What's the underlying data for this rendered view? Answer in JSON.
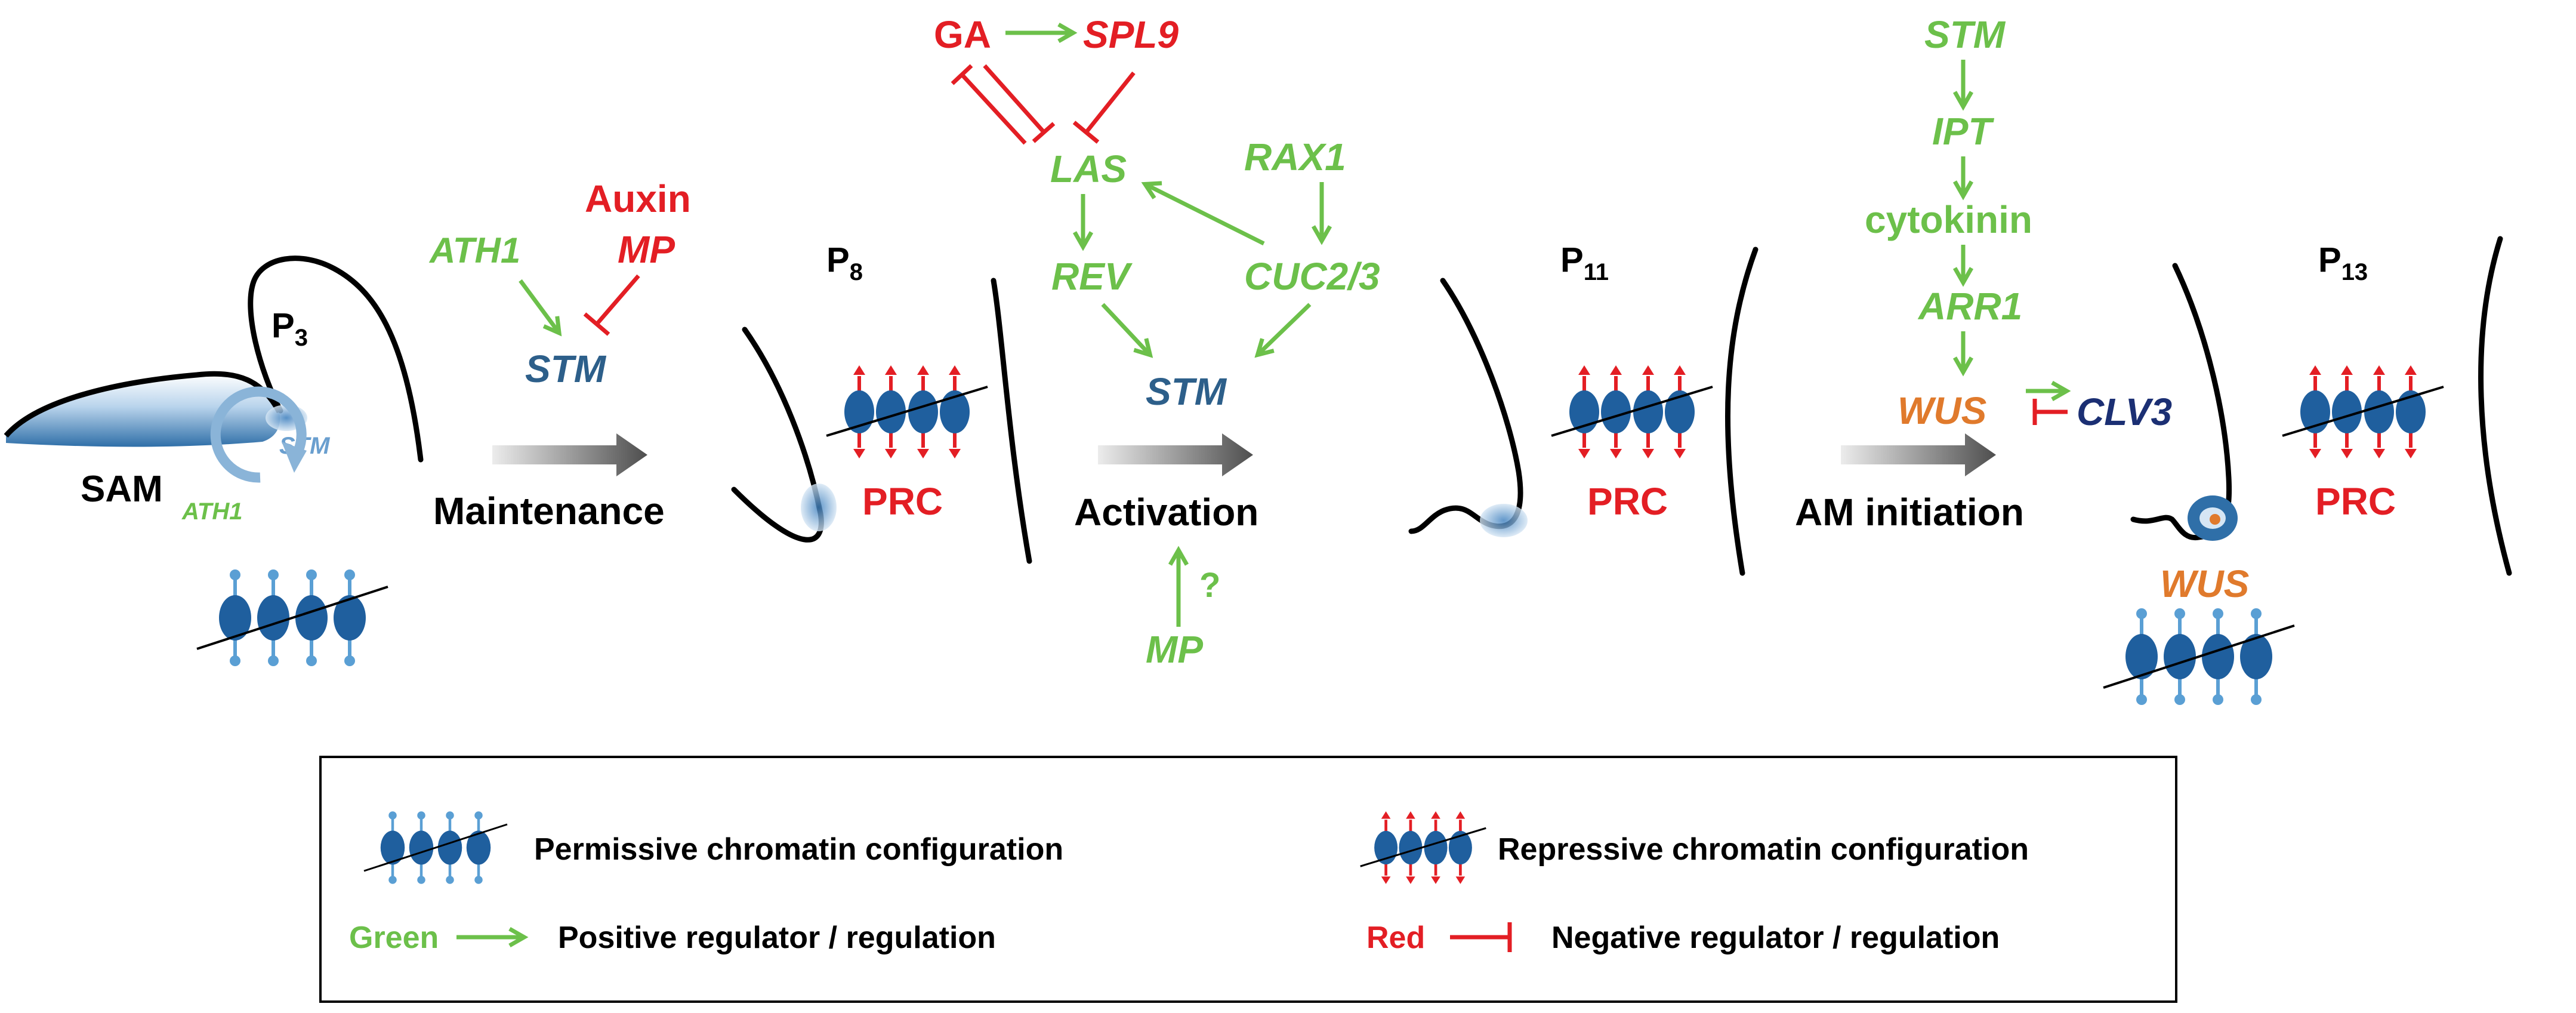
{
  "colors": {
    "positive": "#6cc04a",
    "negative": "#e31e24",
    "gene_blue": "#2d5f8a",
    "dark_navy": "#1b2f73",
    "orange": "#e07a2c",
    "black": "#000000",
    "blob_blue": "#5a9fd4",
    "light_blue": "#8ab4d8"
  },
  "stage1": {
    "sam": "SAM",
    "p3": "P",
    "p3_sub": "3",
    "stm_small": "STM",
    "ath1_small": "ATH1",
    "ath1": "ATH1",
    "auxin": "Auxin",
    "mp": "MP",
    "stm": "STM",
    "process": "Maintenance"
  },
  "stage2": {
    "p8": "P",
    "p8_sub": "8",
    "prc": "PRC",
    "ga": "GA",
    "spl9": "SPL9",
    "las": "LAS",
    "rax1": "RAX1",
    "rev": "REV",
    "cuc": "CUC2/3",
    "stm": "STM",
    "process": "Activation",
    "question": "?",
    "mp": "MP"
  },
  "stage3": {
    "p11": "P",
    "p11_sub": "11",
    "prc": "PRC",
    "stm": "STM",
    "ipt": "IPT",
    "cytokinin": "cytokinin",
    "arr1": "ARR1",
    "wus": "WUS",
    "clv3": "CLV3",
    "process": "AM initiation"
  },
  "stage4": {
    "p13": "P",
    "p13_sub": "13",
    "prc": "PRC",
    "wus": "WUS"
  },
  "legend": {
    "permissive": "Permissive chromatin configuration",
    "repressive": "Repressive chromatin configuration",
    "green_word": "Green",
    "positive": "Positive regulator / regulation",
    "red_word": "Red",
    "negative": "Negative regulator / regulation"
  }
}
